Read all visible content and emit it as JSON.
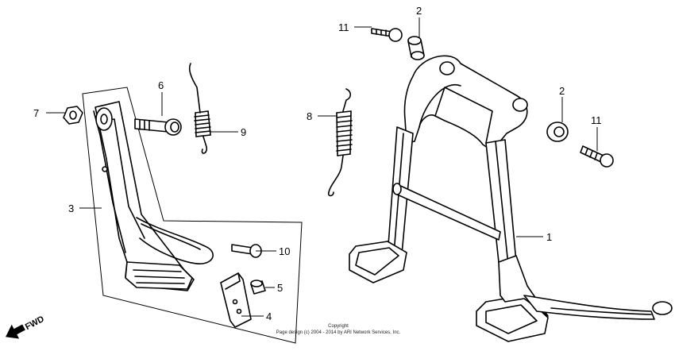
{
  "callouts": {
    "c1": "1",
    "c2a": "2",
    "c2b": "2",
    "c3": "3",
    "c4": "4",
    "c5": "5",
    "c6": "6",
    "c7": "7",
    "c8": "8",
    "c9": "9",
    "c10": "10",
    "c11a": "11",
    "c11b": "11"
  },
  "footer": {
    "copyright_line1": "Copyright",
    "copyright_line2": "Page design (c) 2004 - 2014 by ARI Network Services, Inc."
  },
  "direction_label": "FWD"
}
